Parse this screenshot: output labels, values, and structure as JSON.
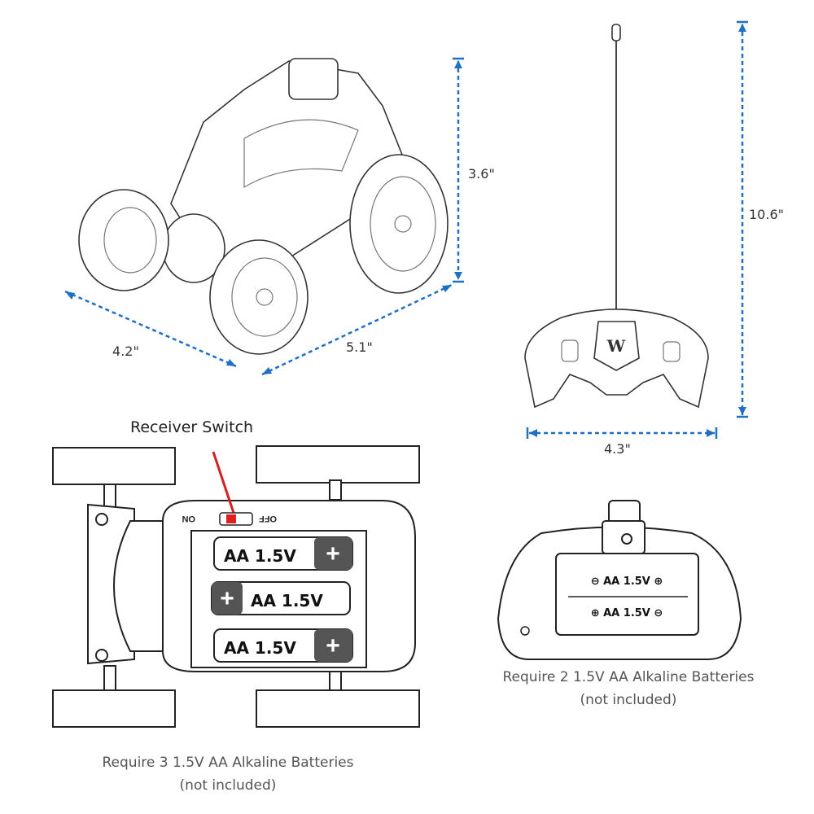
{
  "dimensions": {
    "car_height": "3.6\"",
    "car_width": "4.2\"",
    "car_length": "5.1\"",
    "remote_height": "10.6\"",
    "remote_width": "4.3\""
  },
  "car_battery": {
    "switch_label": "Receiver Switch",
    "switch_on": "ON",
    "switch_off": "OFF",
    "batteries": [
      "AA 1.5V",
      "AA 1.5V",
      "AA 1.5V"
    ],
    "caption_line1": "Require 3 1.5V AA Alkaline Batteries",
    "caption_line2": "(not included)"
  },
  "remote_battery": {
    "batteries": [
      "⊖  AA 1.5V  ⊕",
      "⊕  AA 1.5V  ⊖"
    ],
    "caption_line1": "Require 2 1.5V AA Alkaline Batteries",
    "caption_line2": "(not included)"
  },
  "remote_logo": "W",
  "colors": {
    "arrow": "#1f6fc4",
    "switch": "#e02020"
  }
}
